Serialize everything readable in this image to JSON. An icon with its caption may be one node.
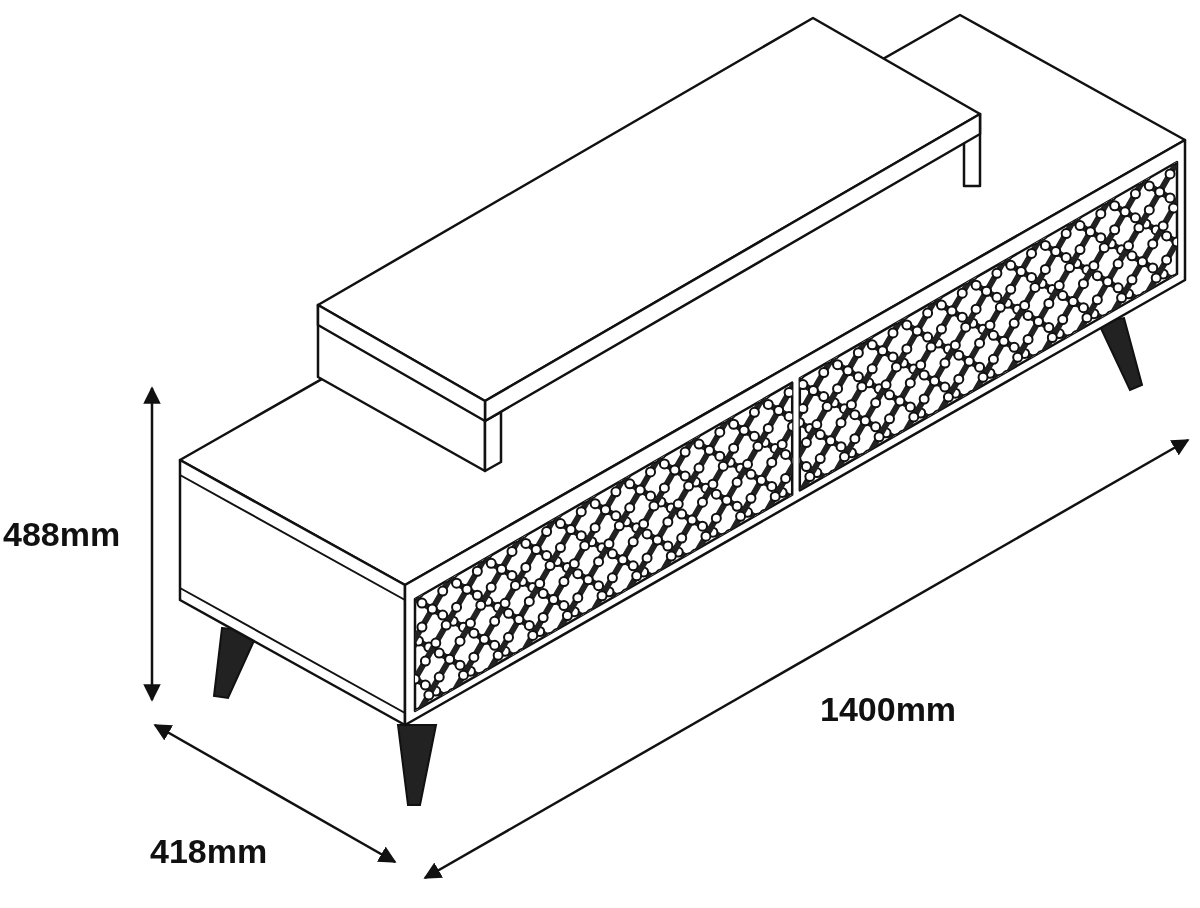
{
  "diagram": {
    "labels": [
      "488mm",
      "1400mm",
      "418mm"
    ]
  }
}
